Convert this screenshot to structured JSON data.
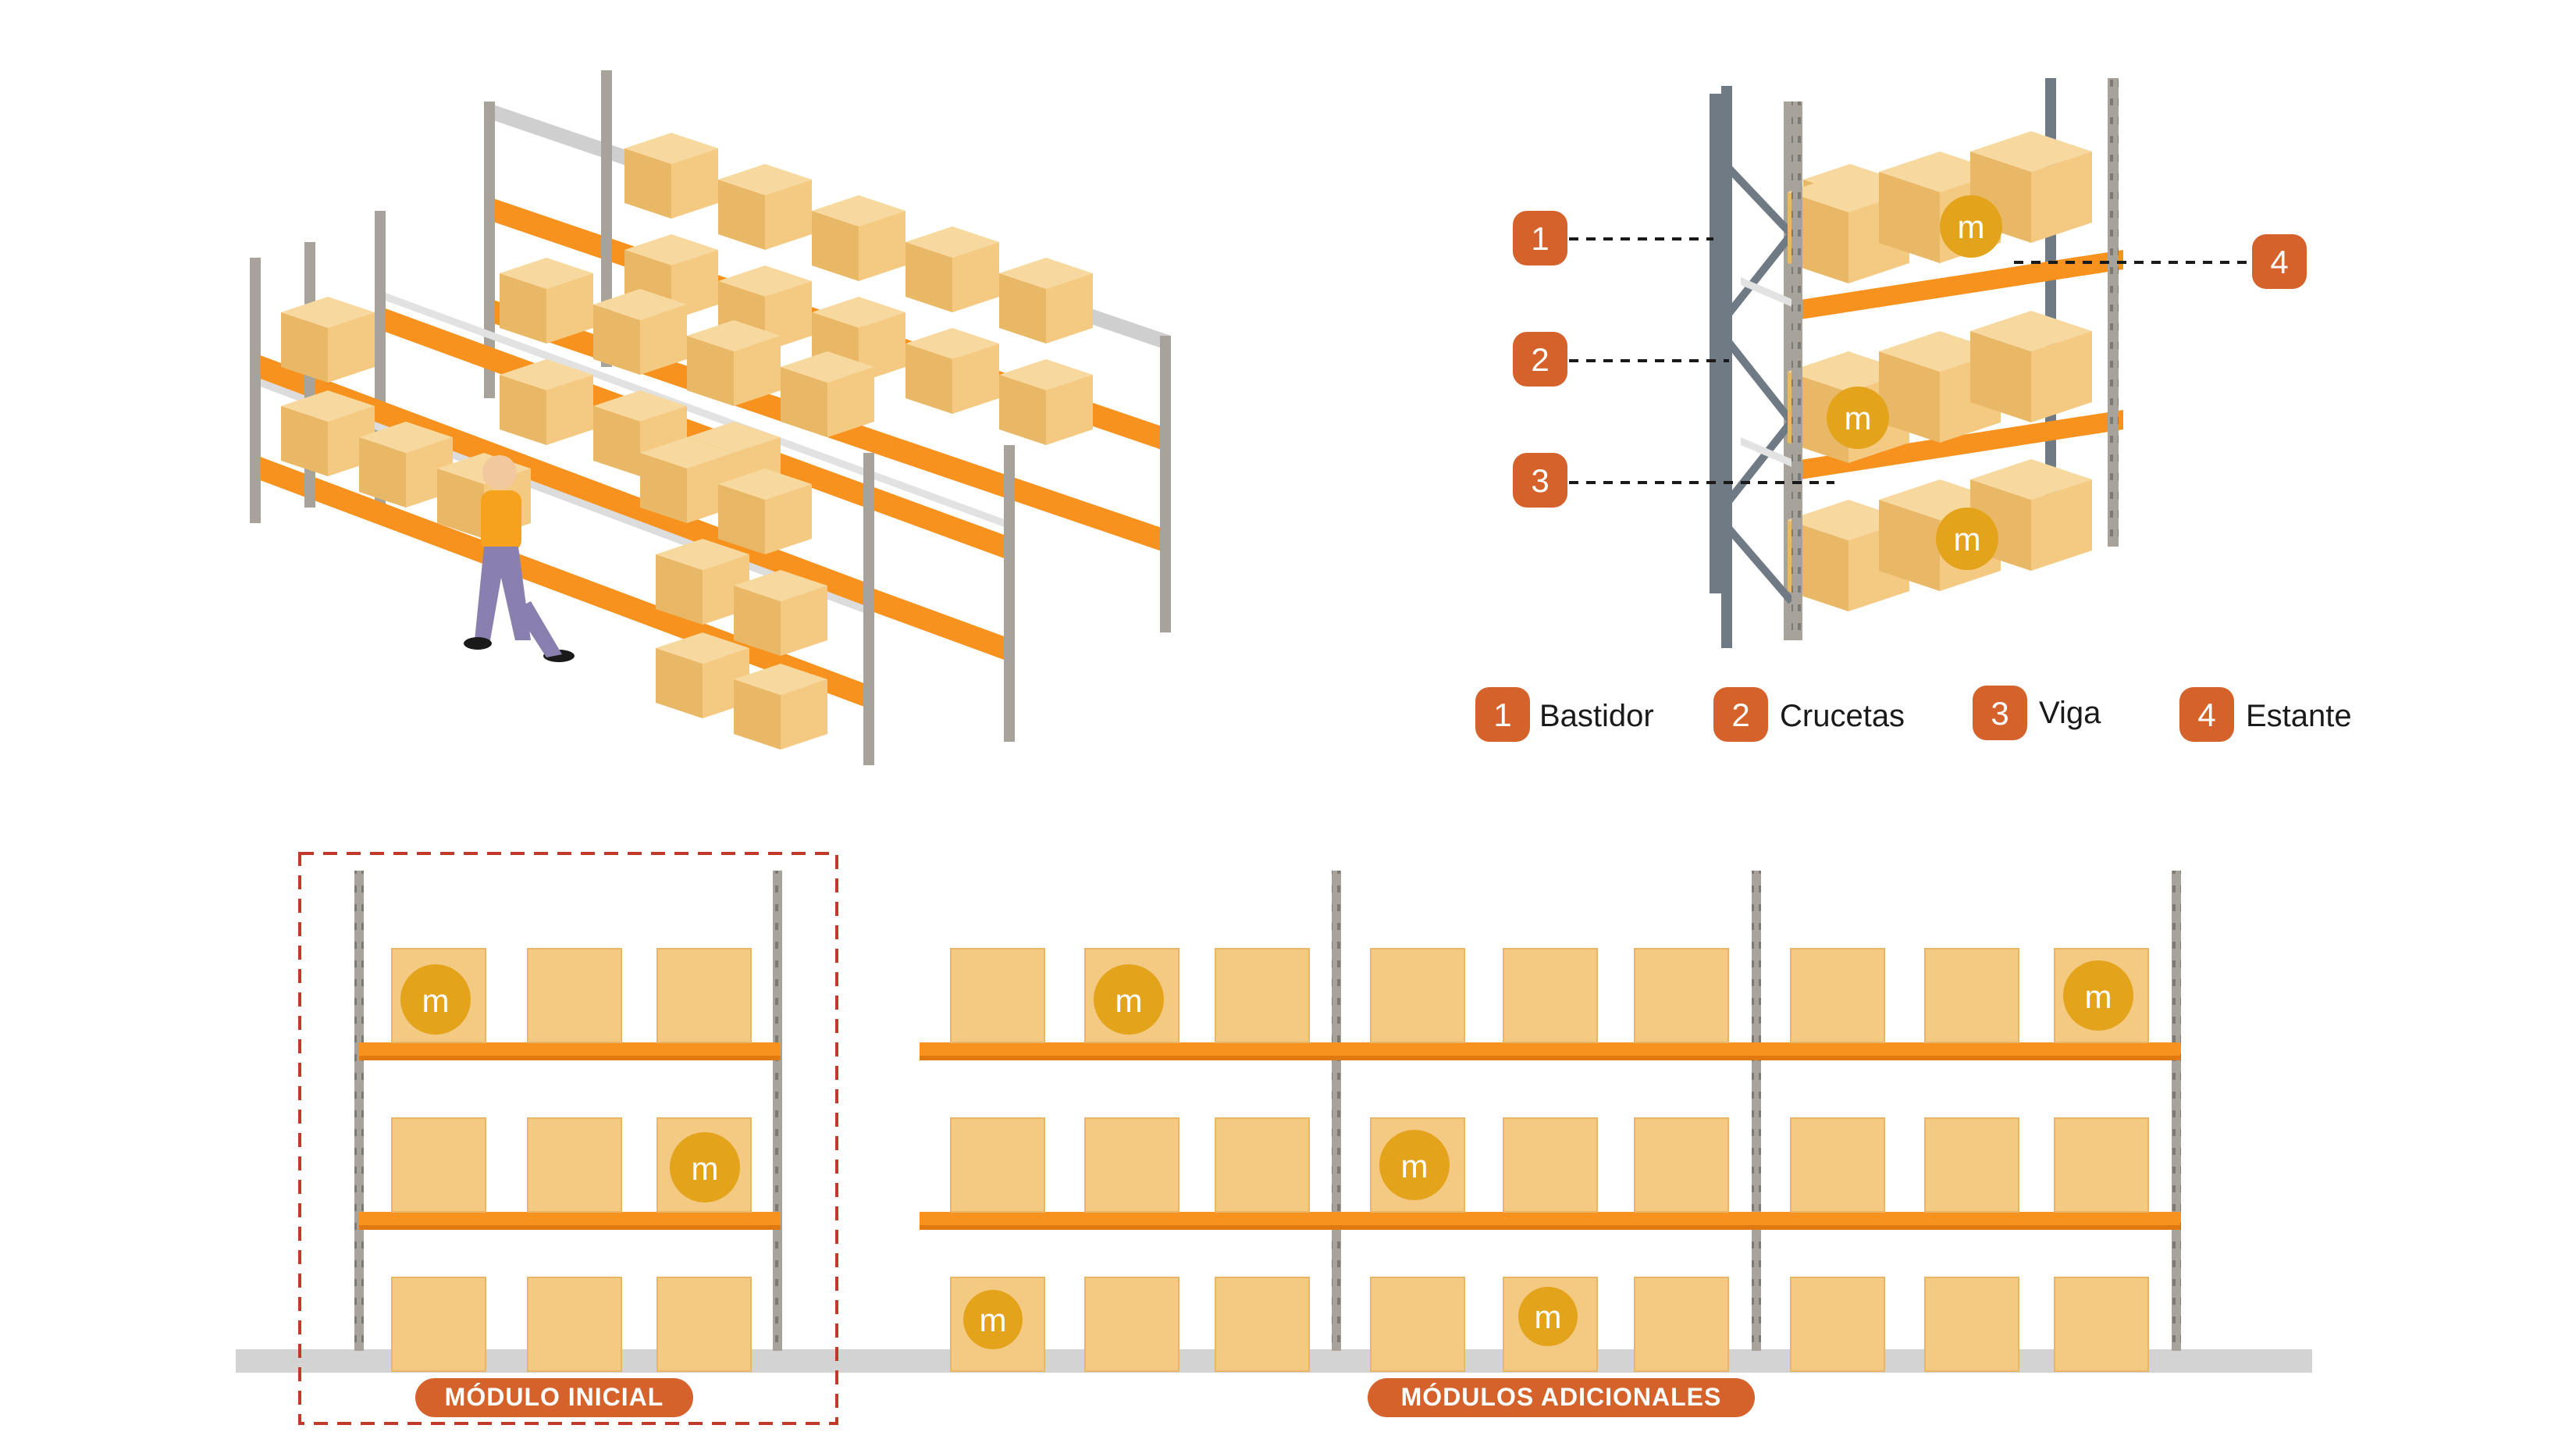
{
  "colors": {
    "accent_orange": "#d4622a",
    "beam_orange": "#f7921e",
    "box": "#f4c982",
    "box_dark": "#e8b569",
    "logo": "#e3a41c",
    "upright": "#a7a39b",
    "frame_gray": "#6f7a85",
    "floor": "#d3d3d3",
    "dashed_red": "#c0392b"
  },
  "callouts": [
    {
      "number": "1"
    },
    {
      "number": "2"
    },
    {
      "number": "3"
    },
    {
      "number": "4"
    }
  ],
  "legend": [
    {
      "number": "1",
      "label": "Bastidor"
    },
    {
      "number": "2",
      "label": "Crucetas"
    },
    {
      "number": "3",
      "label": "Viga"
    },
    {
      "number": "4",
      "label": "Estante"
    }
  ],
  "module_labels": {
    "initial": "MÓDULO INICIAL",
    "additional": "MÓDULOS ADICIONALES"
  },
  "logo_glyph": "m",
  "icons": {
    "warehouse": "warehouse-rack-isometric-icon",
    "rack": "single-rack-exploded-icon",
    "logo": "brand-m-logo-icon",
    "worker": "worker-person-icon"
  }
}
